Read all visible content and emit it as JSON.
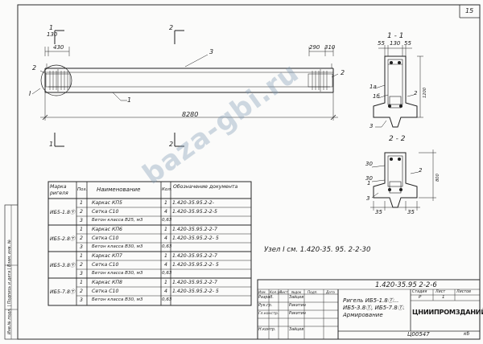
{
  "sheet": {
    "page_number": "15",
    "section_1_label": "1 - 1",
    "section_2_label": "2 - 2",
    "node_note": "Узел  I  см. 1.420-35. 95. 2-2-30",
    "document_code": "1.420-35.95 2-2-6",
    "bottom_code": "Ц00547",
    "bottom_suffix": "кб"
  },
  "beam_dims": {
    "d_130": "130",
    "d_430": "430",
    "d_290": "290",
    "d_310": "310",
    "d_8280": "8280",
    "d_55_left": "55",
    "d_130_top": "130",
    "d_55_right": "55",
    "d_1200": "1200",
    "d_30a": "30",
    "d_30b": "30",
    "d_35a": "35",
    "d_35b": "35",
    "d_800": "800"
  },
  "beam_marks": {
    "section_1": "1",
    "section_2": "2",
    "part_3": "3",
    "part_1": "1",
    "part_2": "2",
    "node_I": "I",
    "sec_left_1": "1",
    "sec_left_2": "2",
    "sec_right_1": "1",
    "sec_right_2": "2",
    "s1_1a": "1а",
    "s1_1b": "1б",
    "s1_2": "2",
    "s1_3": "3",
    "s2_1": "1",
    "s2_2": "2",
    "s2_3": "3"
  },
  "spec_table": {
    "headers": {
      "mark": "Марка ригеля",
      "pos": "Поз.",
      "name": "Наименование",
      "qty": "Кол.",
      "designation": "Обозначение документа"
    },
    "groups": [
      {
        "mark": "ИБ5-1.8Ⓣ",
        "rows": [
          {
            "pos": "1",
            "name": "Каркас  КП5",
            "qty": "1",
            "doc": "1.420-35.95.2-2-"
          },
          {
            "pos": "2",
            "name": "Сетка  С10",
            "qty": "4",
            "doc": "1.420-35.95.2-2-5"
          },
          {
            "pos": "3",
            "name": "Бетон класса  В25, м3",
            "qty": "0,63",
            "doc": ""
          }
        ]
      },
      {
        "mark": "ИБ5-2.8Ⓣ",
        "rows": [
          {
            "pos": "1",
            "name": "Каркас  КП6",
            "qty": "1",
            "doc": "1.420-35.95.2-2-7"
          },
          {
            "pos": "2",
            "name": "Сетка  С10",
            "qty": "4",
            "doc": "1.420-35.95.2-2- 5"
          },
          {
            "pos": "3",
            "name": "Бетон класса  В30, м3",
            "qty": "0,63",
            "doc": ""
          }
        ]
      },
      {
        "mark": "ИБ5-3.8Ⓣ",
        "rows": [
          {
            "pos": "1",
            "name": "Каркас  КП7",
            "qty": "1",
            "doc": "1.420-35.95.2-2-7"
          },
          {
            "pos": "2",
            "name": "Сетка  С10",
            "qty": "4",
            "doc": "1.420-35.95.2-2- 5"
          },
          {
            "pos": "3",
            "name": "Бетон класса  В30, м3",
            "qty": "0,63",
            "doc": ""
          }
        ]
      },
      {
        "mark": "ИБ5-7.8Ⓣ",
        "rows": [
          {
            "pos": "1",
            "name": "Каркас  КП8",
            "qty": "1",
            "doc": "1.420-35.95.2-2-7"
          },
          {
            "pos": "2",
            "name": "Сетка  С10",
            "qty": "4",
            "doc": "1.420-35.95.2-2- 5"
          },
          {
            "pos": "3",
            "name": "Бетон класса  В30, м3",
            "qty": "0,63",
            "doc": ""
          }
        ]
      }
    ]
  },
  "title_block": {
    "header_cells": [
      "Изм.",
      "Кол.уч",
      "Лист",
      "№док",
      "Подп.",
      "Дата"
    ],
    "roles": [
      {
        "role": "Разраб.",
        "name": "Зайцев"
      },
      {
        "role": "Рук.гр.",
        "name": "Ракитин"
      },
      {
        "role": "Гл.констр.",
        "name": "Ракитин"
      }
    ],
    "checker_role": "Н.контр.",
    "checker_name": "Зайцев",
    "object_title": "Ригель  ИБ5-1.8Ⓣ... ИБ5-3.8Ⓣ, ИБ5-7.8Ⓣ. Армирование",
    "stage_label": "Стадия",
    "sheet_label": "Лист",
    "sheets_label": "Листов",
    "stage_value": "Р",
    "sheet_value": "1",
    "organization": "ЦНИИПРОМЗДАНИЙ"
  },
  "side_stamp": {
    "text": "Инв.№ подл.  |  Подпись и дата  |  Взам. инв. №"
  },
  "watermark": {
    "text": "baza-gbi.ru"
  }
}
